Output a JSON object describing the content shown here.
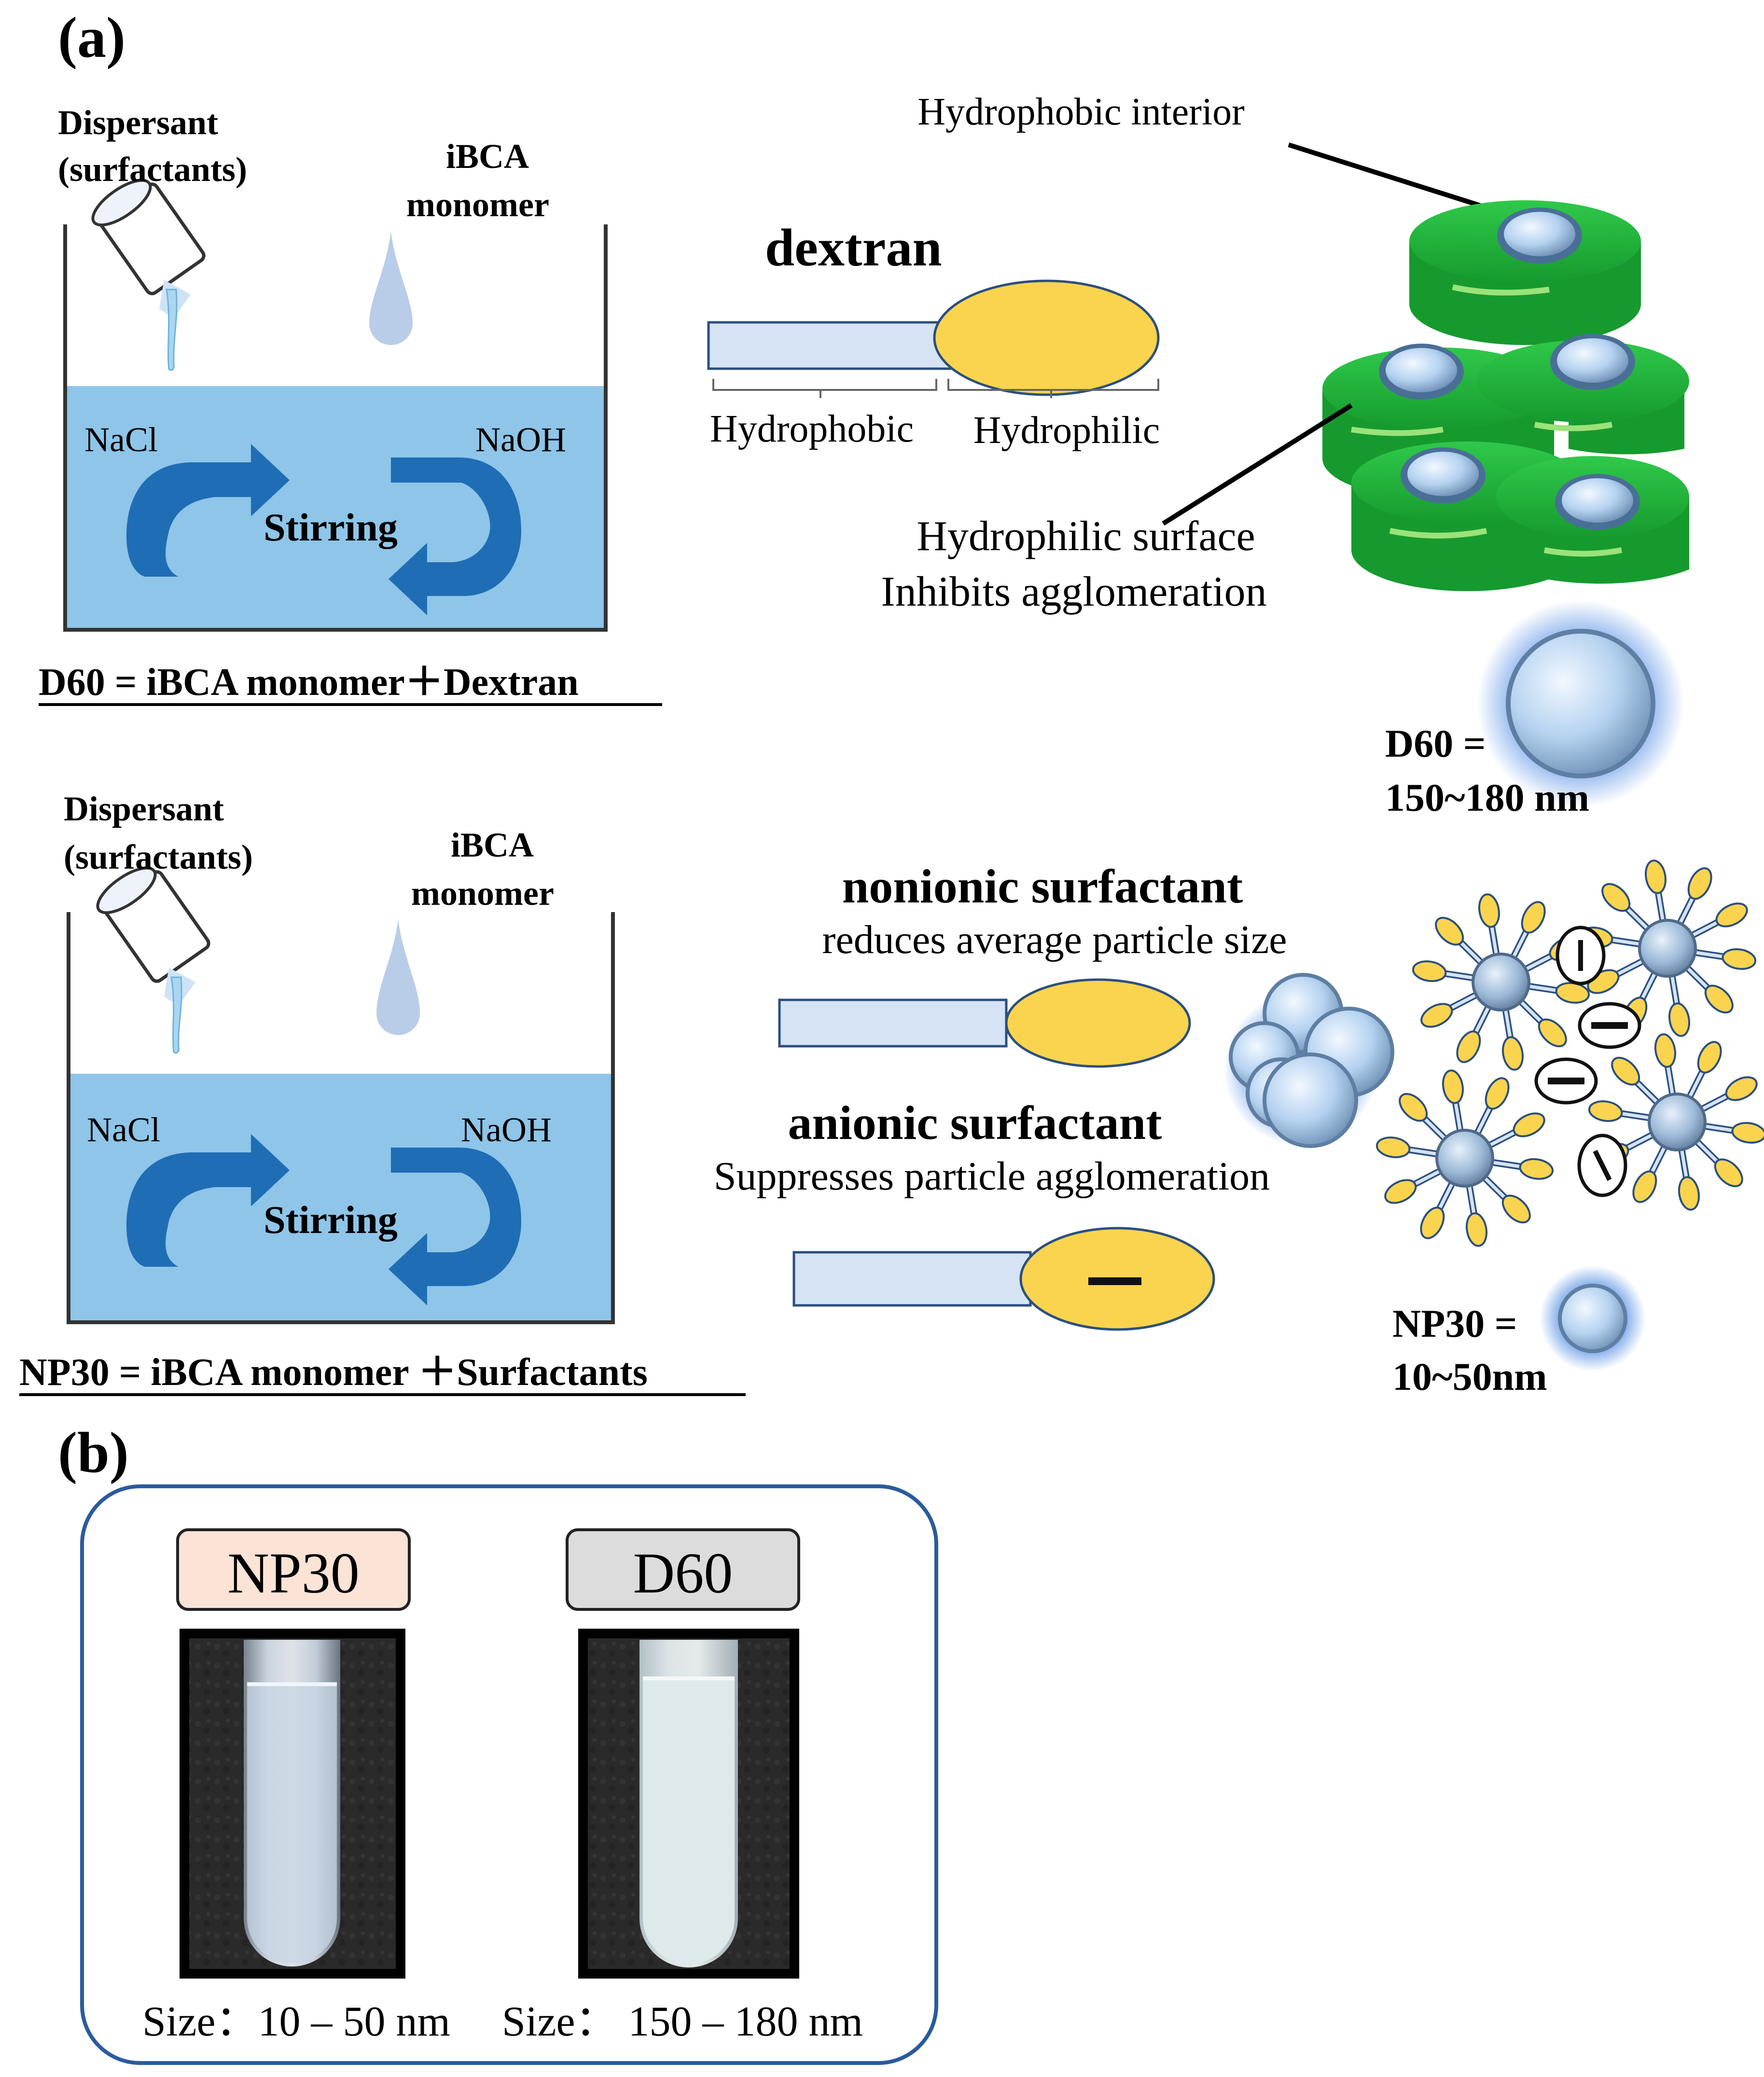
{
  "panel_a": {
    "label": "(a)",
    "top_setup": {
      "dispersant_line1": "Dispersant",
      "dispersant_line2": "(surfactants)",
      "monomer_line1": "iBCA",
      "monomer_line2": "monomer",
      "left_label": "NaCl",
      "right_label": "NaOH",
      "center_label": "Stirring",
      "equation": "D60 = iBCA monomer＋Dextran"
    },
    "dextran": {
      "title": "dextran",
      "hydrophobic": "Hydrophobic",
      "hydrophilic": "Hydrophilic"
    },
    "d60_cluster": {
      "interior_label": "Hydrophobic interior",
      "surface_line1": "Hydrophilic surface",
      "surface_line2": "Inhibits agglomeration",
      "size_line1": "D60 =",
      "size_line2": "150~180 nm"
    },
    "bottom_setup": {
      "dispersant_line1": "Dispersant",
      "dispersant_line2": "(surfactants)",
      "monomer_line1": "iBCA",
      "monomer_line2": "monomer",
      "left_label": "NaCl",
      "right_label": "NaOH",
      "center_label": "Stirring",
      "equation": "NP30 = iBCA monomer ＋Surfactants"
    },
    "nonionic": {
      "title": "nonionic surfactant",
      "desc": "reduces average particle size"
    },
    "anionic": {
      "title": "anionic surfactant",
      "desc": "Suppresses particle agglomeration"
    },
    "np30_size": {
      "line1": "NP30 =",
      "line2": "10~50nm"
    }
  },
  "panel_b": {
    "label": "(b)",
    "samples": [
      {
        "name": "NP30",
        "size": "Size：10 – 50 nm",
        "label_color": "#fbe3d6"
      },
      {
        "name": "D60",
        "size": "Size： 150 – 180 nm",
        "label_color": "#dcdcdc"
      }
    ]
  },
  "colors": {
    "water": "#8ec5e8",
    "arrow": "#1f6db5",
    "drop": "#b9cde8",
    "tail": "#d6e3f5",
    "head": "#fbd44f",
    "green": "#1fb33a",
    "particle": "#b4d2f0",
    "frame": "#2a5b9c"
  }
}
